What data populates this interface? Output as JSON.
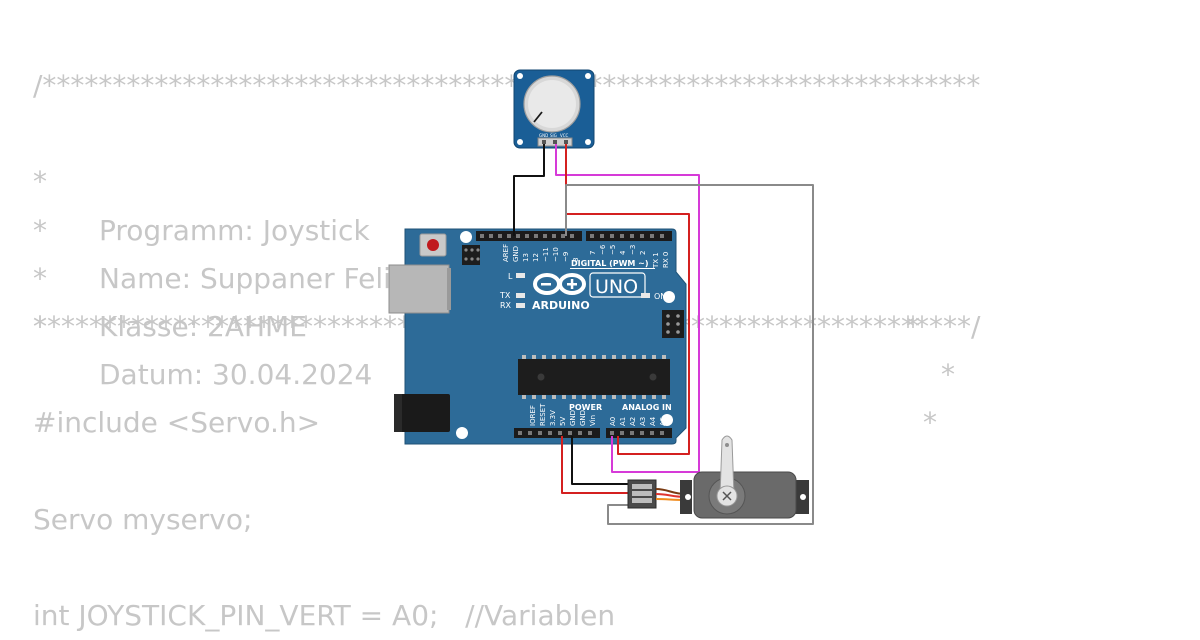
{
  "code": {
    "stars_open": "/*******************************************************************",
    "l1_star": "*",
    "l1_text": "Programm: Joystick",
    "l1_end": "*",
    "l2_star": "*",
    "l2_text": "Name: Suppaner Felix",
    "l2_end": "*",
    "l3_star": "*",
    "l3_text": "Klasse: 2AHME",
    "l3_end": "*",
    "l4_star": "*",
    "l4_text": "Datum: 30.04.2024",
    "l4_end": "*",
    "stars_close": "*******************************************************************/",
    "include": "#include <Servo.h>",
    "servo_decl": "Servo myservo;",
    "int_line": "int JOYSTICK_PIN_VERT = A0;   //Variablen"
  },
  "board": {
    "brand": "ARDUINO",
    "model": "UNO",
    "digital_label": "DIGITAL (PWM ~)",
    "power_label": "POWER",
    "analog_label": "ANALOG IN",
    "on_label": "ON",
    "l_label": "L",
    "tx_label": "TX",
    "rx_label": "RX",
    "header_top_left": [
      "AREF",
      "GND",
      "13",
      "12",
      "~11",
      "~10",
      "~9",
      "8"
    ],
    "header_top_right": [
      "7",
      "~6",
      "~5",
      "4",
      "~3",
      "2",
      "TX 1",
      "RX 0"
    ],
    "header_power": [
      "IOREF",
      "RESET",
      "3.3V",
      "5V",
      "GND",
      "GND",
      "Vin"
    ],
    "header_analog": [
      "A0",
      "A1",
      "A2",
      "A3",
      "A4",
      "A5"
    ]
  },
  "joystick": {
    "pins": [
      "GND",
      "SIG",
      "VCC"
    ]
  },
  "colors": {
    "board": "#2d6b98",
    "wire_red": "#d42020",
    "wire_magenta": "#d63ad8",
    "wire_black": "#111111",
    "wire_gray": "#8a8a8a",
    "code_text": "#c7c7c7"
  }
}
